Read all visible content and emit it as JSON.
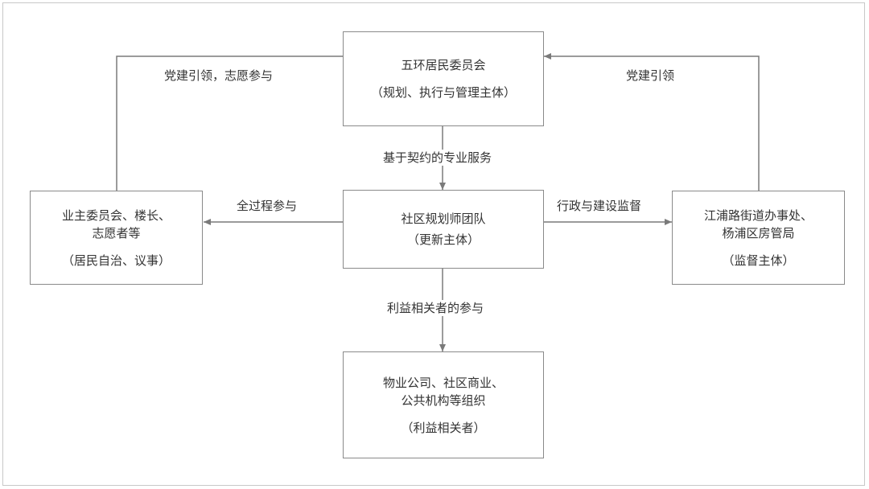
{
  "nodes": {
    "committee": {
      "line1": "五环居民委员会",
      "sub": "（规划、执行与管理主体）"
    },
    "owners": {
      "line1": "业主委员会、楼长、",
      "line2": "志愿者等",
      "sub": "（居民自治、议事）"
    },
    "planners": {
      "line1": "社区规划师团队",
      "sub": "（更新主体）"
    },
    "office": {
      "line1": "江浦路街道办事处、",
      "line2": "杨浦区房管局",
      "sub": "（监督主体）"
    },
    "stakeholders": {
      "line1": "物业公司、社区商业、",
      "line2": "公共机构等组织",
      "sub": "（利益相关者）"
    }
  },
  "edges": {
    "owners_to_committee": "党建引领，志愿参与",
    "office_to_committee": "党建引领",
    "committee_to_planners": "基于契约的专业服务",
    "planners_to_owners": "全过程参与",
    "planners_to_office": "行政与建设监督",
    "planners_to_stakeholders": "利益相关者的参与"
  },
  "colors": {
    "line": "#7a7a7a",
    "border": "#8a8a8a",
    "text": "#333333"
  }
}
